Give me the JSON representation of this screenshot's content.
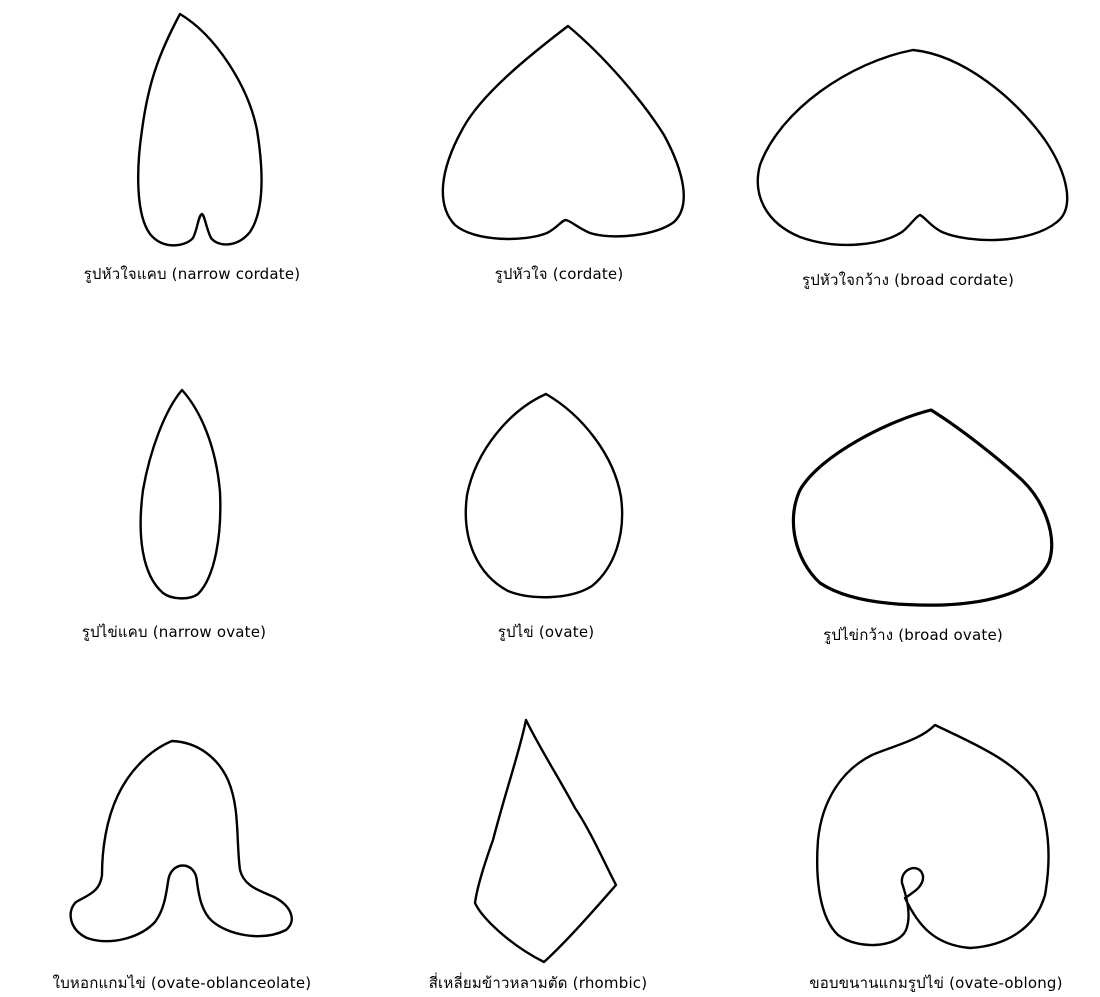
{
  "figure": {
    "leaf_shapes": [
      {
        "key": "narrow_cordate",
        "caption": "รูปหัวใจแคบ (narrow cordate)"
      },
      {
        "key": "cordate",
        "caption": "รูปหัวใจ (cordate)"
      },
      {
        "key": "broad_cordate",
        "caption": "รูปหัวใจกว้าง (broad cordate)"
      },
      {
        "key": "narrow_ovate",
        "caption": "รูปไข่แคบ (narrow ovate)"
      },
      {
        "key": "ovate",
        "caption": "รูปไข่ (ovate)"
      },
      {
        "key": "broad_ovate",
        "caption": "รูปไข่กว้าง (broad ovate)"
      },
      {
        "key": "ovate_oblanceolate",
        "caption": "ใบหอกแกมไข่ (ovate-oblanceolate)"
      },
      {
        "key": "rhombic",
        "caption": "สี่เหลี่ยมข้าวหลามตัด (rhombic)"
      },
      {
        "key": "ovate_oblong",
        "caption": "ขอบขนานแกมรูปไข่ (ovate-oblong)"
      }
    ]
  }
}
